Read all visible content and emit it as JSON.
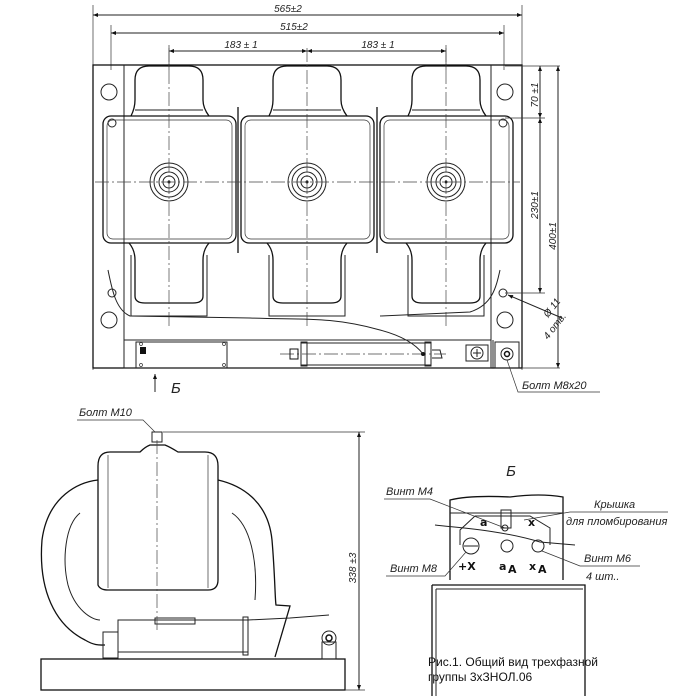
{
  "figure": {
    "caption_line1": "Рис.1. Общий вид трехфазной",
    "caption_line2": "группы 3хЗНОЛ.06"
  },
  "top_view": {
    "dimensions": {
      "overall_width": "565±2",
      "inner_width": "515±2",
      "pitch_left": "183 ± 1",
      "pitch_right": "183 ± 1",
      "top_offset": "70 ±1",
      "center_height": "230±1",
      "overall_depth": "400±1",
      "hole_diameter": "Ø 11",
      "hole_count": "4 отв."
    },
    "labels": {
      "view_arrow": "Б",
      "bolt_ground": "Болт М8х20"
    }
  },
  "side_view": {
    "labels": {
      "view_arrow": "Б",
      "bolt_top": "Болт М10"
    },
    "dimensions": {
      "height": "338 ±3"
    }
  },
  "detail_view": {
    "title": "Б",
    "labels": {
      "screw_m4": "Винт М4",
      "cover": "Крышка",
      "cover_sub": "для пломбирования",
      "screw_m8": "Винт М8",
      "screw_m6": "Винт М6",
      "screw_m6_qty": "4 шт.."
    },
    "terminals": {
      "top_a": "a",
      "top_x": "x",
      "plus_x": "+X",
      "a_A": "a",
      "a_A_sub": "A",
      "x_A": "x",
      "x_A_sub": "A"
    }
  }
}
